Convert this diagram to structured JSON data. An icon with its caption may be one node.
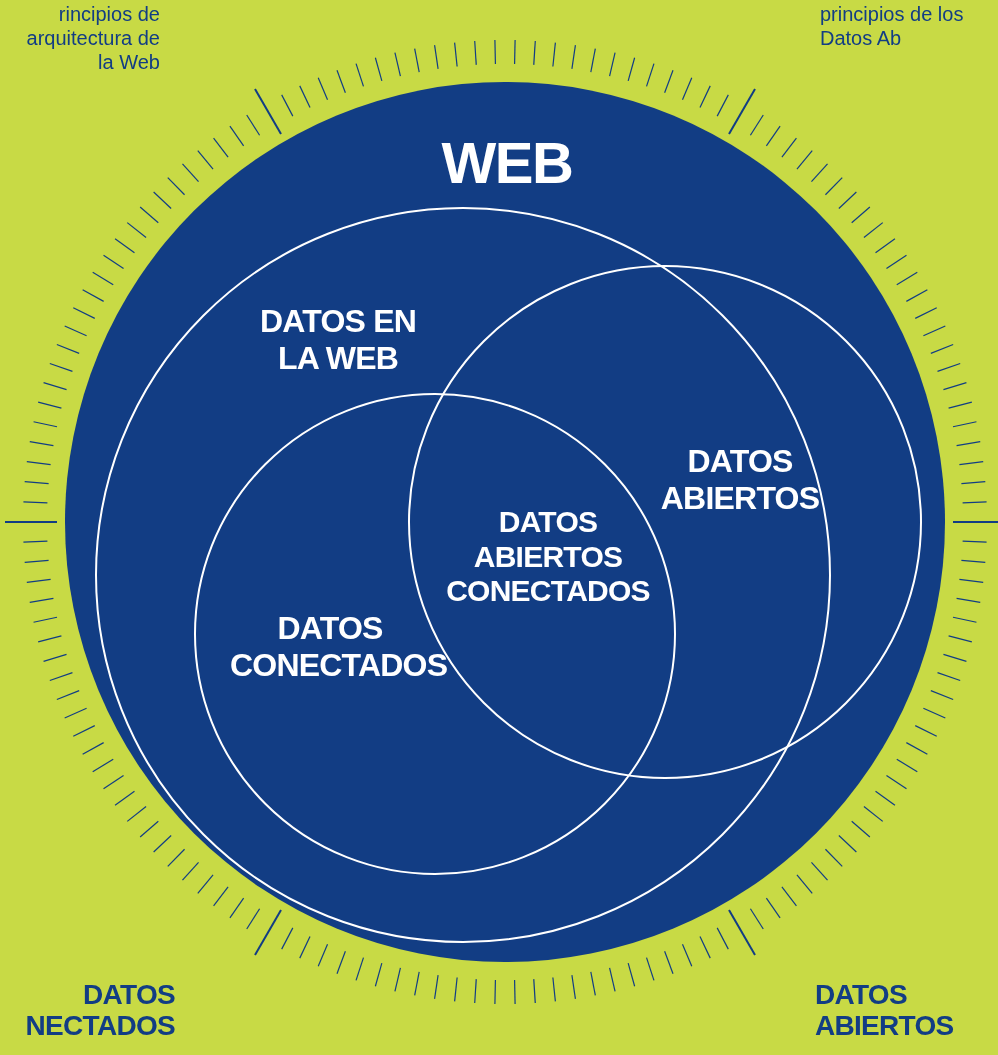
{
  "diagram": {
    "nodes": [
      {
        "text": [
          "WEB"
        ]
      },
      {
        "text": [
          "DATOS EN LA WEB"
        ],
        "in": 0
      },
      {
        "text": [
          "DATOS CONECTADOS"
        ],
        "in": 1
      },
      {
        "text": [
          "DATOS ABIERTOS"
        ],
        "in": 0
      }
    ],
    "labels": [
      "DATOS ABIERTOS CONECTADOS",
      "rincipios de arquitectura de la Web",
      "principios de los Datos Ab",
      "DATOS NECTADOS",
      "DATOS ABIERTOS"
    ]
  }
}
